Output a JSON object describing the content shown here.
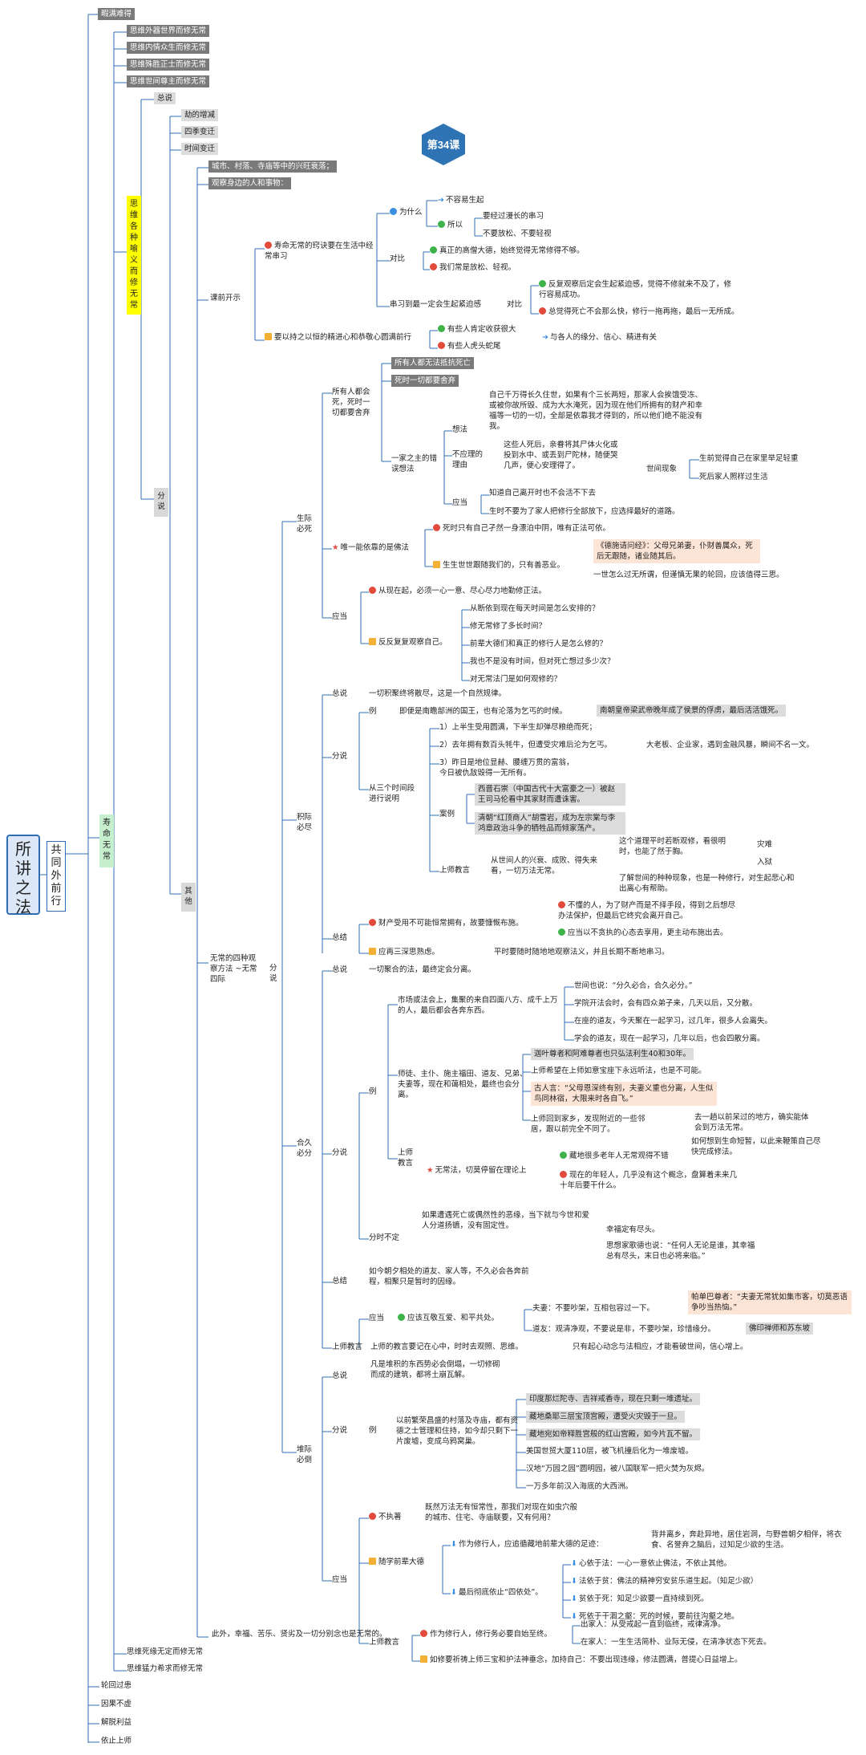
{
  "lesson_badge": "第34课",
  "root": "所讲之法",
  "level1": "共同外前行",
  "top_items": [
    "暇满难得",
    "寿命无常",
    "轮回过患",
    "因果不虚",
    "解脱利益",
    "依止上师"
  ],
  "impermanence": {
    "branches": [
      "思维外器世界而修无常",
      "思维内情众生而修无常",
      "思维殊胜正士而修无常",
      "思维世间尊主而修无常"
    ],
    "metaphor_branch": "思维各种喻义而修无常",
    "other_branches": [
      "思维死缘无定而修无常",
      "思维猛力希求而修无常"
    ],
    "sub": [
      "总说",
      "分说"
    ],
    "kalpa": [
      "劫的增减",
      "四季变迁",
      "时间变迁"
    ],
    "other": "其他",
    "observe": [
      "城市、村落、寺庙等中的兴旺衰落；",
      "观察身边的人和事物："
    ]
  },
  "course_opening": {
    "title": "课前开示",
    "item1": "寿命无常的窍诀要在生活中经常串习",
    "why": "为什么",
    "not_easy": "不容易生起",
    "so": "所以",
    "so_items": [
      "要经过漫长的串习",
      "不要放松、不要轻视"
    ],
    "contrast": "对比",
    "contrast_items": [
      "真正的高僧大德，始终觉得无常修得不够。",
      "我们常是放松、轻视。"
    ],
    "practice": "串习到最一定会生起紧迫感",
    "contrast2": "对比",
    "contrast2_items": [
      "反复观察后定会生起紧迫感，觉得不修就来不及了，修行容易成功。",
      "总觉得死亡不会那么快，修行一拖再拖，最后一无所成。"
    ],
    "item2": "要以持之以恒的精进心和恭敬心圆满前行",
    "item2_sub": [
      "有些人肯定收获很大",
      "有些人虎头蛇尾"
    ],
    "item2_note": "与各人的缘分、信心、精进有关"
  },
  "four_ends": {
    "title": "无常的四种观察方法 ~无常四际",
    "fen": "分说",
    "birth_death": {
      "title": "生际必死",
      "all_die": "所有人都会死，死时一切都要舍弃",
      "all_die_items": [
        "所有人都无法抵抗死亡",
        "死时一切都要舍弃"
      ],
      "wrong_view": "一家之主的错误想法",
      "think": "想法",
      "think_text": "自己千万得长久住世，如果有个三长两短，那家人会挨饿受冻、或被你故所毁、成为大水淹死，因为现在他们所拥有的财产和幸福等一切的一切，全部是依靠我才得到的，所以他们绝不能没有我。",
      "unreasonable": "不应理的理由",
      "unreasonable_text": "这些人死后，亲眷将其尸体火化或投到水中、或丢到尸陀林，随便哭几声，便心安理得了。",
      "world_phen": "世间现象",
      "world_items": [
        "生前觉得自己在家里举足轻重",
        "死后家人照样过生活"
      ],
      "should": "应当",
      "should_items": [
        "知道自己离开时也不会活不下去",
        "生时不要为了家人把修行全部放下，应选择最好的道路。"
      ],
      "only_dharma": "唯一能依靠的是佛法",
      "dharma_items": [
        "死时只有自己孑然一身漂泊中阴，唯有正法可依。",
        "生生世世跟随我们的，只有善恶业。"
      ],
      "quote": "《德施请问经》：父母兄弟妻，仆财善属众，死后无跟随，诸业随其后。",
      "quote2": "一世怎么过无所谓，但谨慎无果的轮回，应该值得三思。",
      "should2": "应当",
      "should2_items": [
        "从现在起，必须一心一意、尽心尽力地勤修正法。",
        "反反复复观察自己。"
      ],
      "reflect": [
        "从断依到现在每天时间是怎么安排的？",
        "修无常修了多长时间？",
        "前辈大德们和真正的修行人是怎么修的？",
        "我也不是没有时间，但对死亡想过多少次？",
        "对无常法门是如何观修的？"
      ]
    },
    "accumulation": {
      "title": "积际必尽",
      "total": "总说",
      "total_text": "一切积聚终将散尽，这是一个自然规律。",
      "fen": "分说",
      "example": "例",
      "example_text": "即便是南瞻部洲的国王，也有沦落为乞丐的时候。",
      "example_note": "南朝皇帝梁武帝晚年成了侯景的俘虏，最后活活饿死。",
      "three_periods": "从三个时间段进行说明",
      "periods": [
        "1）上半生受用圆满，下半生却弹尽粮绝而死；",
        "2）去年拥有数百头牦牛，但遭受灾难后沦为乞丐。",
        "3）昨日是地位显赫、腰缠万贯的富翁，今日被仇敌毁得一无所有。"
      ],
      "periods_note": "大老板、企业家，遇到金融风暴，瞬间不名一文。",
      "case": "案例",
      "cases": [
        "西晋石崇（中国古代十大富豪之一）被赵王司马伦看中其家财而遭诛害。",
        "清朝“红顶商人”胡雪岩，成为左宗棠与李鸿章政治斗争的牺牲品而倾家荡产。"
      ],
      "guru": "上师教言",
      "guru_text": "从世间人的兴衰、成败、得失来看，一切万法无常。",
      "guru_note": "这个道理平时若断观修，看很明时，也能了然于胸。",
      "disaster": [
        "灾难",
        "入狱"
      ],
      "guru_note2": "了解世间的种种现象，也是一种修行，对生起悲心和出离心有帮助。",
      "summary": "总结",
      "summary_items": [
        "财产受用不可能恒常拥有，故要慷慨布施。",
        "应再三深思熟虑。"
      ],
      "summary_sub": [
        "不懂的人，为了财产而是不择手段，得到之后想尽办法保护，但最后它终究会离开自己。",
        "应当以不贪执的心态去享用，更主动布施出去。"
      ],
      "summary_last": "平时要随时随地地观察法义，并且长期不断地串习。"
    },
    "gathering": {
      "title": "合久必分",
      "total": "总说",
      "total_text": "一切聚合的法，最终定会分离。",
      "fen": "分说",
      "example": "例",
      "market": "市场或法会上，集聚的来自四面八方、成千上万的人，最后都会各奔东西。",
      "world_says": "世间也说：“分久必合，合久必分。”",
      "market_items": [
        "学院开法会时，会有四众弟子来，几天以后，又分散。",
        "在座的道友，今天聚在一起学习，过几年，很多人会离失。",
        "学会的道友，现在一起学习，几年以后，也会四散分离。"
      ],
      "teacher": "师徒、主仆、施主福田、道友、兄弟、夫妻等，现在和蔼相处，最终也会分离。",
      "teacher_items": [
        "迦叶尊者和阿难尊者也只弘法利生40和30年。",
        "上师希望在上师如意宝座下永远听法，也是不可能。",
        "古人言：“父母恩深终有别，夫妻义重也分离，人生似鸟同林宿，大限来时各自飞。”",
        "上师回到家乡，发现附近的一些邻居，跟以前完全不同了。"
      ],
      "teacher_note": "去一趟以前呆过的地方，确实能体会到万法无常。",
      "guru_teach": "上师教言",
      "impermanent": "无常法，切莫停留在理论上",
      "imp_items": [
        "藏地很多老年人无常观得不错",
        "现在的年轻人，几乎没有这个概念，盘算着未来几十年后要干什么。"
      ],
      "imp_note": "如何想到生命短暂，以此来鞭策自己尽快完成修法。",
      "uncertain": "分时不定",
      "uncertain_text": "如果遭遇死亡或偶然性的恶缘，当下就与今世和爱人分道扬镳，没有固定性。",
      "uncertain_items": [
        "幸福定有尽头。",
        "思想家歌德也说：“任何人无论是谁，其幸福总有尽头，末日也必将来临。”"
      ],
      "summary": "总结",
      "summary_text": "如今朝夕相处的道友、家人等，不久必会各奔前程，相聚只是暂时的因缘。",
      "should": "应当",
      "should_text": "应该互敬互爱、和平共处。",
      "should_items": [
        "夫妻：不要吵架，互相包容过一下。",
        "道友：观清净观，不要说是非，不要吵架，珍惜缘分。"
      ],
      "should_notes": [
        "帕单巴尊者：“夫妻无常犹如集市客，切莫恶语争吵当热恼。”",
        "佛印禅师和苏东坡"
      ],
      "guru_last": "上师教言",
      "guru_last_text": "上师的教言要记在心中，时时去观照、思维。",
      "guru_last_note": "只有起心动念与法相应，才能看破世间，信心增上。"
    },
    "height": {
      "title": "堆际必倒",
      "total": "总说",
      "total_text": "凡是堆积的东西势必会倒塌，一切修砌而成的建筑，都将土崩瓦解。",
      "fen": "分说",
      "example": "例",
      "example_text": "以前繁荣昌盛的村落及寺庙，都有资德之士管理和住持，如今却只剩下一片废墟，变成乌鸦窝巢。",
      "example_items": [
        "印度那烂陀寺、吉祥戒香寺，现在只剩一堆遗址。",
        "藏地桑耶三层宝顶宫殿，遭受火灾毁于一旦。",
        "藏地宛如帝释胜宫般的红山宫殿，如今片瓦不留。",
        "美国世贸大厦110层，被飞机撞后化为一堆废墟。",
        "汉地“万园之园”圆明园，被八国联军一把火焚为灰烬。",
        "一万多年前汉入海底的大西洲。"
      ],
      "should": "应当",
      "not_attach": "不执著",
      "not_attach_text": "既然万法无有恒常性，那我们对现在如虫穴般的城市、住宅、寺庙联要，又有何用？",
      "follow": "随学前辈大德",
      "follow_item1": "作为修行人，应追循藏地前辈大德的足迹：",
      "follow_item1_note": "背井离乡，奔赴异地，居住岩洞，与野兽朝夕相伴，将衣食、名誉弃之脑后，过知足少欲的生活。",
      "follow_item2": "最后彻底依止“四依处”。",
      "four_refuges": [
        "心依于法：一心一意依止佛法，不依止其他。",
        "法依于贫：佛法的精神穷安贫乐道生起。（知足少欲）",
        "贫依于死：知足少欲要一直持续到死。",
        "死依于干涸之壑：死的时候，要前往沟壑之地。"
      ],
      "guru": "上师教言",
      "guru_items": [
        "作为修行人，修行务必要自始至终。",
        "如修要祈祷上师三宝和护法神垂念，加持自己：不要出现违缘，修法圆满，普提心日益增上。"
      ],
      "guru_sub": [
        "出家人：从受戒起一直到临终，戒律清净。",
        "在家人：一生生活简朴、业际无侵，在清净状态下死去。"
      ]
    },
    "last": "此外，幸福、苦乐、贤劣及一切分别念也是无常的。"
  },
  "colors": {
    "line": "#2e6db4",
    "root_bg": "#dce8f7",
    "badge": "#2e74b5",
    "gray_tag": "#7a7a7a",
    "light_gray": "#dcdcdc",
    "orange": "#fce4d6",
    "yellow": "#ffff00",
    "green": "#c6efce"
  }
}
